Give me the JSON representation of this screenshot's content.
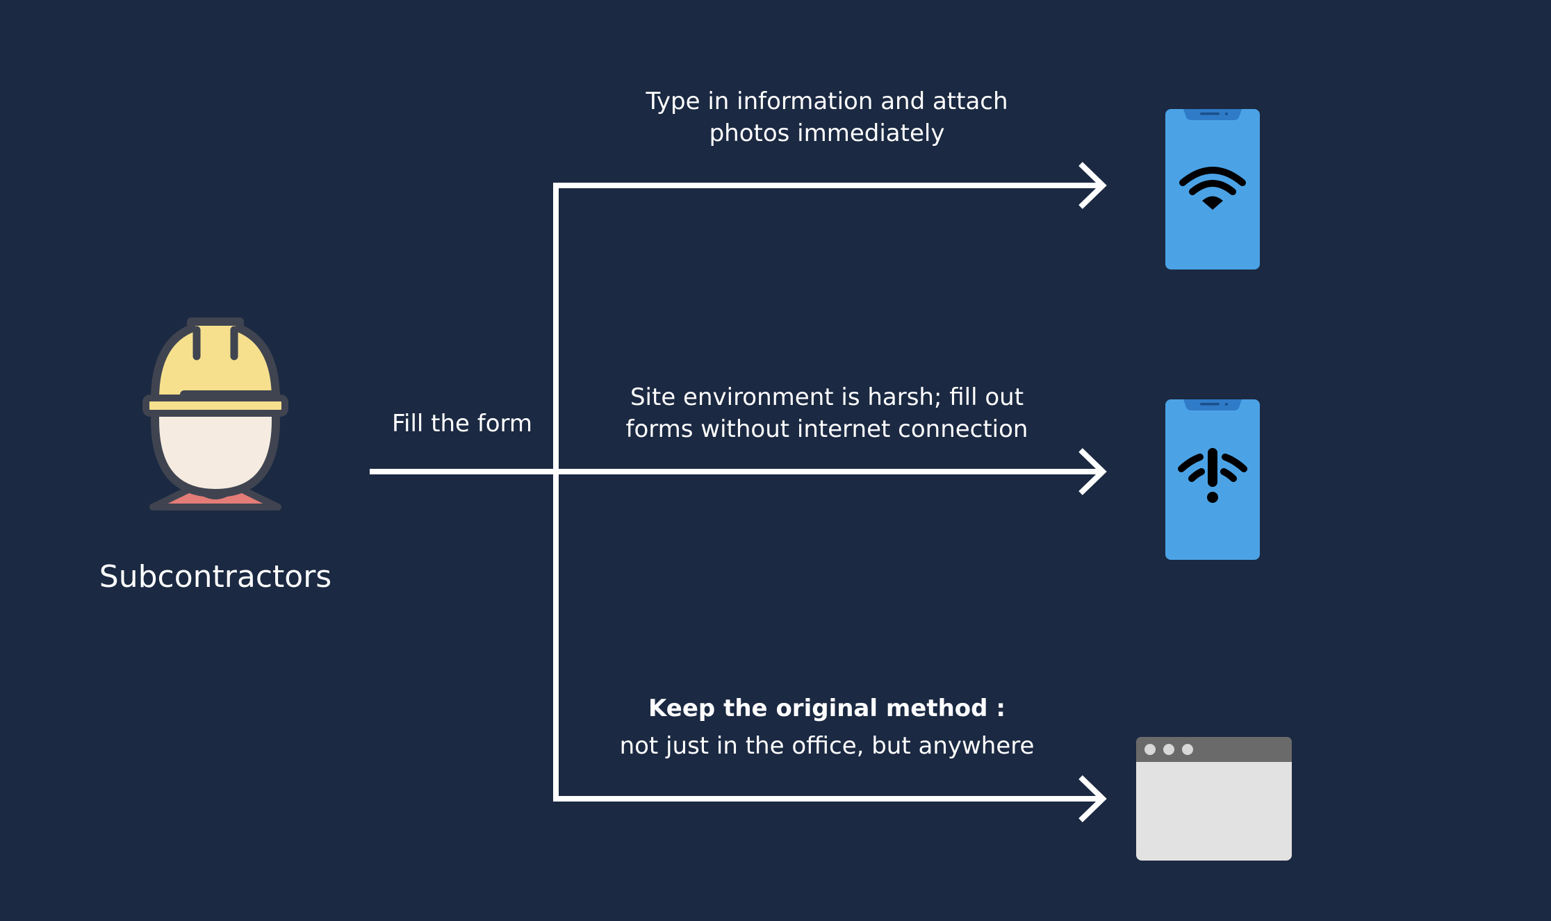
{
  "actor": {
    "label": "Subcontractors",
    "icon": "construction-worker-icon",
    "colors": {
      "helmet": "#f6e08e",
      "face": "#f5ebe0",
      "outline": "#3f4450",
      "shirt": "#e47c77"
    }
  },
  "action": {
    "label": "Fill the form"
  },
  "branches": [
    {
      "id": "online",
      "text_line1": "Type in information and attach",
      "text_line2": "photos immediately",
      "icon": "phone-wifi-icon"
    },
    {
      "id": "offline",
      "text_line1": "Site environment is harsh; fill out",
      "text_line2": "forms without internet connection",
      "icon": "phone-no-wifi-icon"
    },
    {
      "id": "web",
      "text_strong": "Keep the original method :",
      "text_line2": "not just in the office, but anywhere",
      "icon": "browser-window-icon"
    }
  ],
  "colors": {
    "background": "#1b2942",
    "lines": "#ffffff",
    "phone": "#4ba3e6",
    "phone_dark": "#2f7bc8",
    "browser_bar": "#6a6a6a",
    "browser_body": "#e2e2e2"
  }
}
